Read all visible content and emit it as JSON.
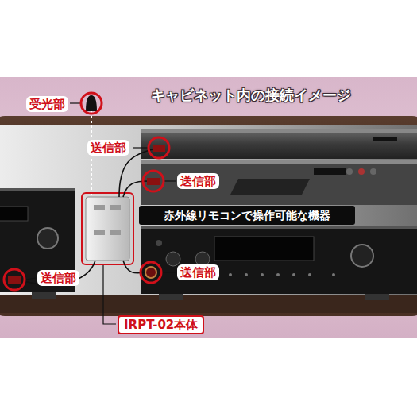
{
  "diagram": {
    "title": "キャビネット内の接続イメージ",
    "nodes": [
      {
        "text": [
          "受光部"
        ]
      },
      {
        "text": [
          "送信部"
        ]
      },
      {
        "text": [
          "送信部"
        ]
      },
      {
        "text": [
          "赤外線リモコンで操作可能な機器"
        ]
      },
      {
        "text": [
          "送信部"
        ]
      },
      {
        "text": [
          "送信部"
        ]
      },
      {
        "text": [
          "IRPT-02本体"
        ]
      }
    ]
  }
}
